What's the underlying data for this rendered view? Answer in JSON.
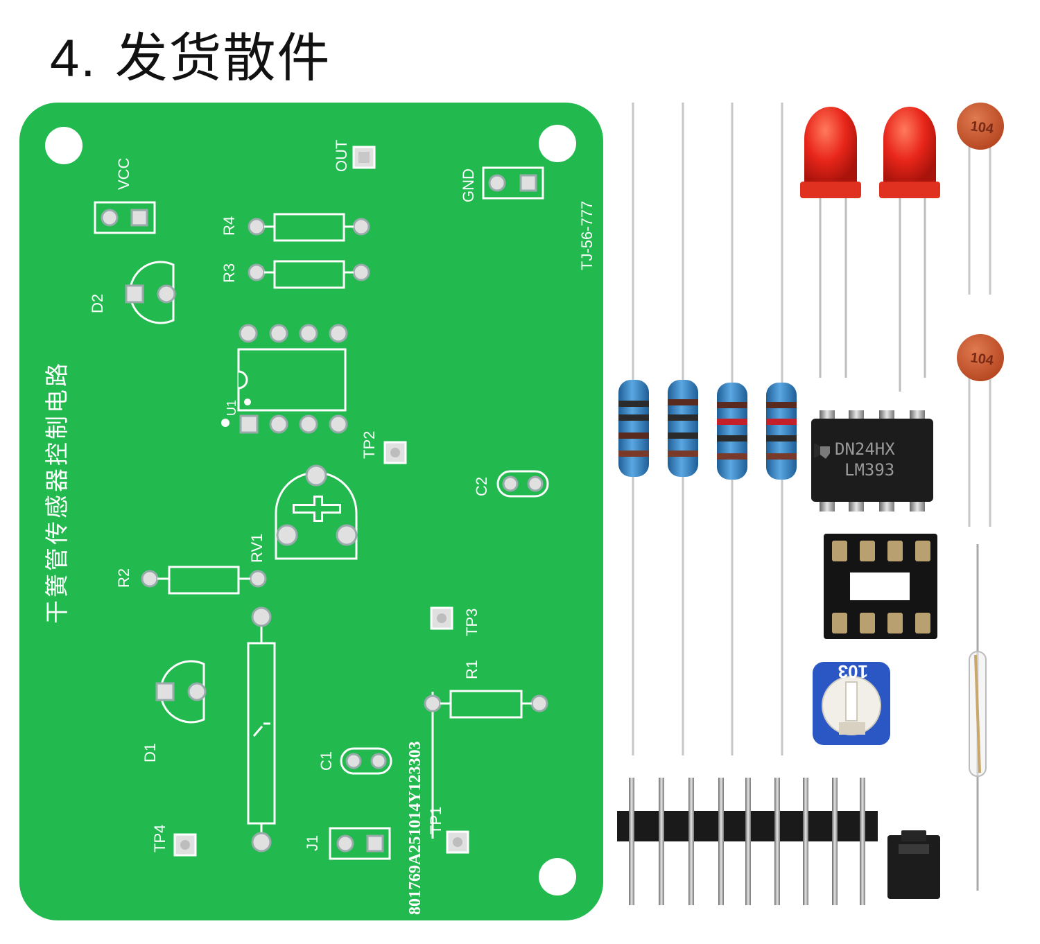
{
  "title": {
    "number": "4.",
    "text": "发货散件"
  },
  "pcb": {
    "vertical_title": "干簧管传感器控制电路",
    "model_code": "TJ-56-777",
    "serial": "801769A251014Y123303",
    "labels": {
      "vcc": "VCC",
      "out": "OUT",
      "gnd": "GND",
      "r4": "R4",
      "r3": "R3",
      "d2": "D2",
      "u1": "U1",
      "tp2": "TP2",
      "c2": "C2",
      "rv1": "RV1",
      "r2": "R2",
      "tp3": "TP3",
      "r1": "R1",
      "d1": "D1",
      "c1": "C1",
      "tp1": "TP1",
      "tp4": "TP4",
      "j1": "J1"
    }
  },
  "components": {
    "ic_line1": "DN24HX",
    "ic_line2": "LM393",
    "capacitor_code": "104",
    "potentiometer_code": "103"
  },
  "colors": {
    "pcb_green": "#22b94f",
    "led_red": "#e8261a",
    "resistor_blue": "#3a86c8",
    "capacitor_orange": "#c9542a"
  }
}
